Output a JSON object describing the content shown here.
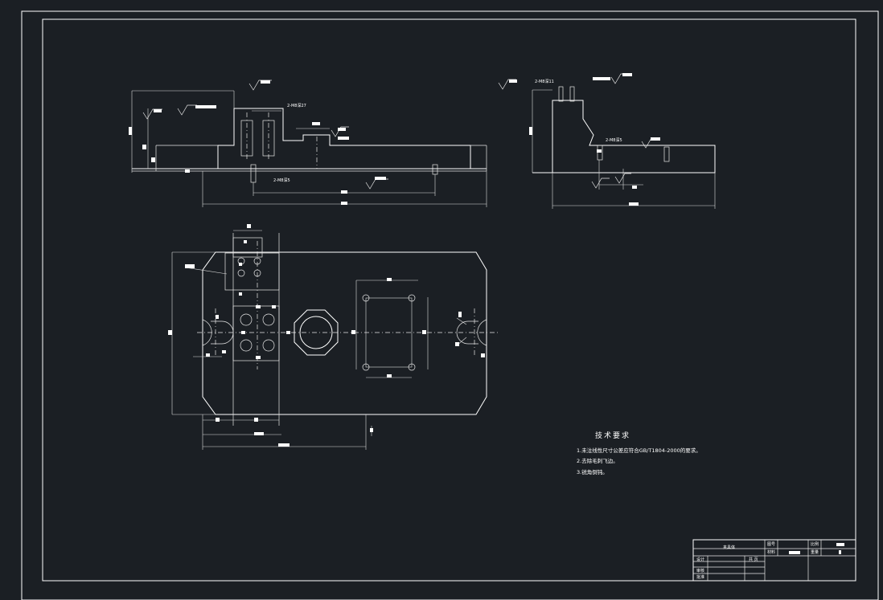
{
  "tech_requirements": {
    "title": "技术要求",
    "items": [
      "1.未注线性尺寸公差应符合GB/T1804-2000的要求。",
      "2.去除毛刺飞边。",
      "3.锐角倒钝。"
    ]
  },
  "annotations": {
    "front_hole_1": "2-M8深27",
    "front_hole_2": "2-M8深5",
    "side_hole_1": "2-M8深11",
    "side_hole_2": "2-M8深5"
  },
  "title_block": {
    "drawing_name": "夹具体",
    "drawing_no_label": "图号",
    "ratio_label": "比例",
    "material_label": "材料",
    "weight_label": "重量",
    "design_label": "设计",
    "check_label": "审核",
    "approve_label": "批准",
    "sheet_label": "共 页"
  },
  "colors": {
    "background": "#1b1f24",
    "line": "#ffffff"
  }
}
